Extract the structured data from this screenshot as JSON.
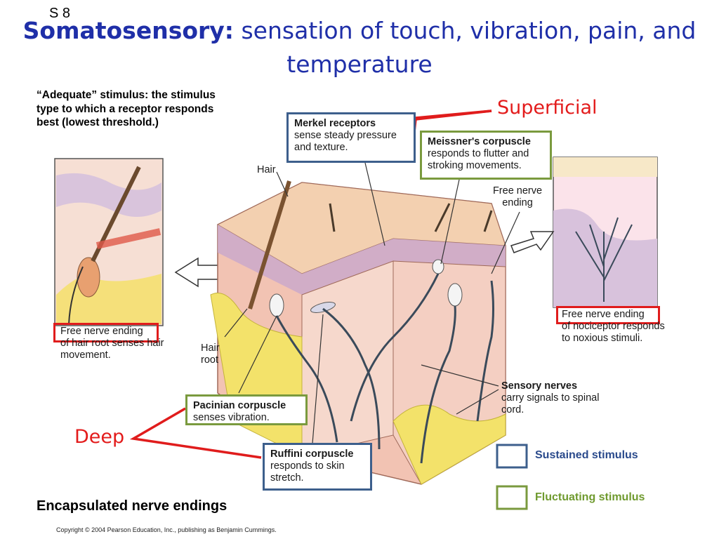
{
  "slide_number": "S 8",
  "title": {
    "bold": "Somatosensory:",
    "rest": " sensation of touch, vibration, pain, and temperature"
  },
  "adequate_stimulus": "“Adequate” stimulus:  the stimulus type to which a receptor responds best (lowest threshold.)",
  "labels": {
    "superficial": "Superficial",
    "deep": "Deep"
  },
  "callouts": {
    "merkel": {
      "title": "Merkel receptors",
      "body": "sense steady pressure and texture."
    },
    "meissner": {
      "title": "Meissner's corpuscle",
      "body": "responds to flutter and stroking movements."
    },
    "pacinian": {
      "title": "Pacinian corpuscle",
      "body": "senses vibration."
    },
    "ruffini": {
      "title": "Ruffini corpuscle",
      "body": "responds to skin stretch."
    },
    "free_nerve_hair": {
      "title": "Free nerve ending",
      "body": "of hair root senses hair movement."
    },
    "free_nerve_nociceptor": {
      "title": "Free nerve ending",
      "body": "of nociceptor responds to noxious stimuli."
    }
  },
  "plain_labels": {
    "hair": "Hair",
    "free_nerve_ending": "Free nerve ending",
    "hair_root": "Hair root",
    "sensory_nerves_title": "Sensory nerves",
    "sensory_nerves_body": "carry signals to spinal cord."
  },
  "legend": {
    "sustained": "Sustained stimulus",
    "fluctuating": "Fluctuating stimulus",
    "sustained_color": "#3d5f8c",
    "fluctuating_color": "#7a9a3e"
  },
  "footer": {
    "heading": "Encapsulated nerve endings",
    "copyright": "Copyright © 2004 Pearson Education, Inc., publishing as Benjamin Cummings."
  },
  "colors": {
    "title": "#1f2fa8",
    "highlight_red": "#e01c1c",
    "skin": "#f2c9b8",
    "fat": "#f3e26a"
  }
}
